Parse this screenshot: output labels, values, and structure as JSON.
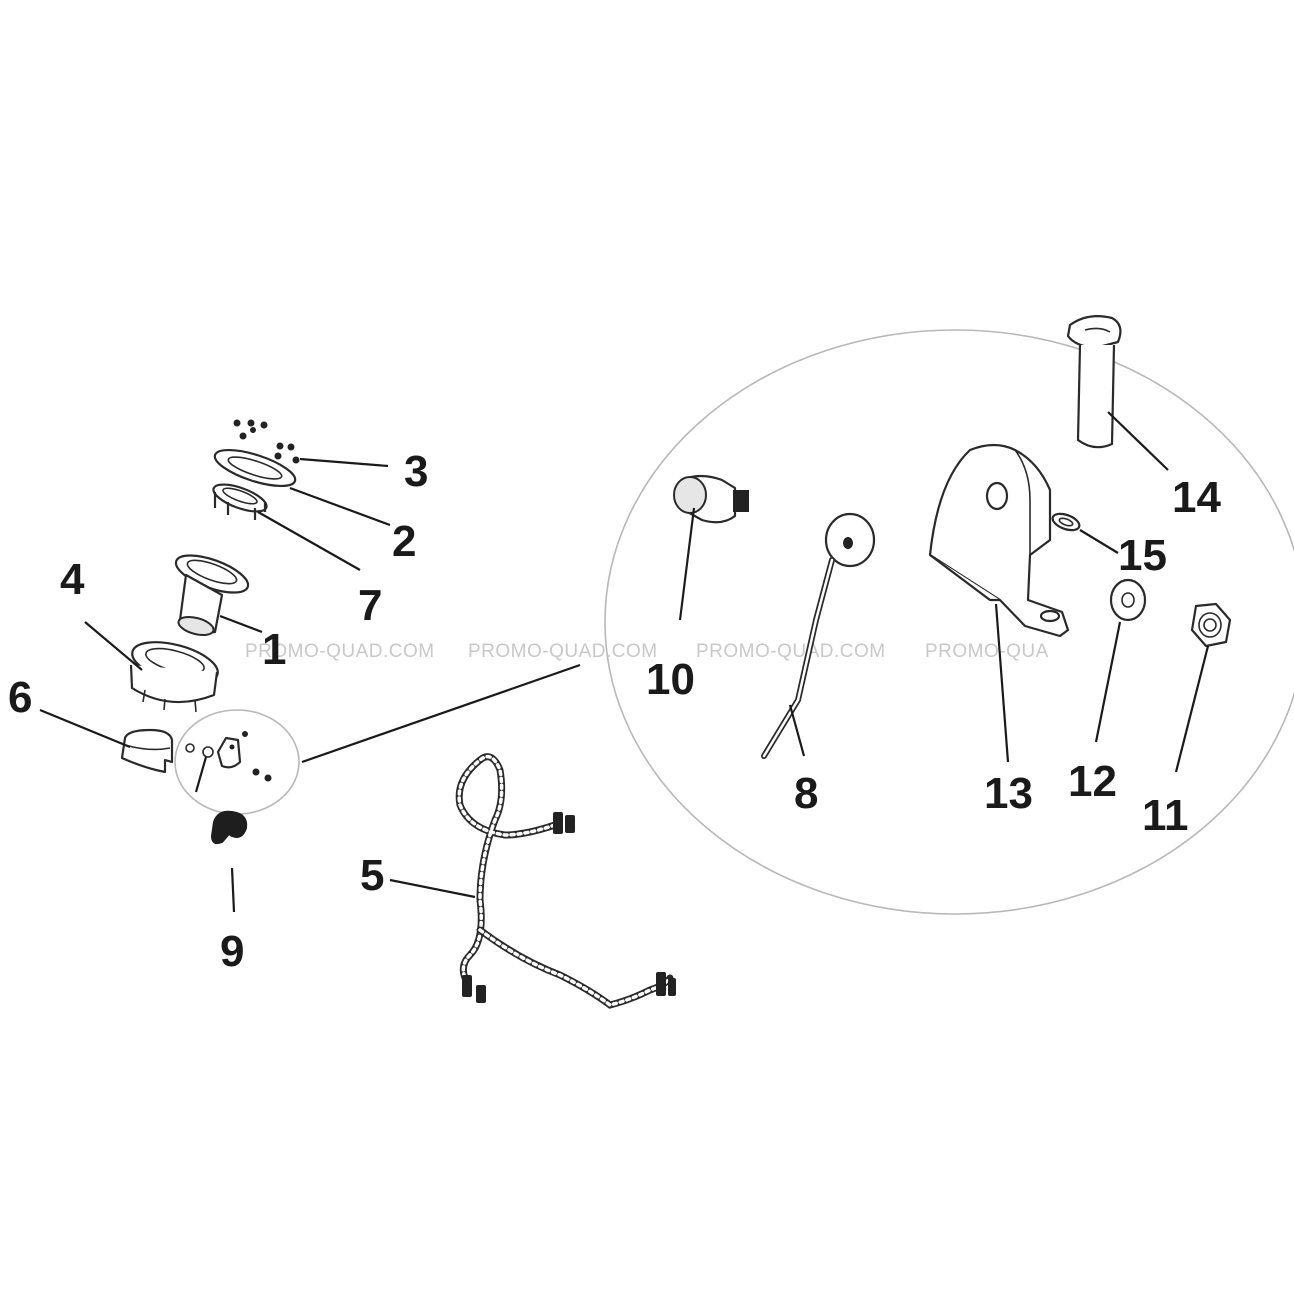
{
  "part_labels": {
    "p1": "1",
    "p2": "2",
    "p3": "3",
    "p4": "4",
    "p5": "5",
    "p6": "6",
    "p7": "7",
    "p8": "8",
    "p9": "9",
    "p10": "10",
    "p11": "11",
    "p12": "12",
    "p13": "13",
    "p14": "14",
    "p15": "15"
  },
  "watermarks": [
    "PROMO-QUAD.COM",
    "PROMO-QUAD.COM",
    "PROMO-QUAD.COM",
    "PROMO-QUA"
  ]
}
